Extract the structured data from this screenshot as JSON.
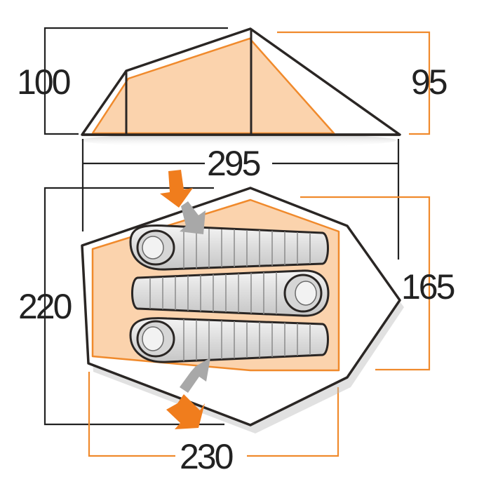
{
  "diagram": {
    "colors": {
      "outline": "#2a2624",
      "dimension_black": "#222222",
      "dimension_orange": "#f08a2c",
      "interior_fill": "#fbd3ad",
      "tent_fill": "#ffffff",
      "pole_orange": "#f08a2c",
      "arrow_orange": "#f07d1d",
      "arrow_grey": "#a8a8a8",
      "bag_fill": "#e3e3e3"
    },
    "dimensions": {
      "side_left_height": "100",
      "side_right_height": "95",
      "overall_length": "295",
      "floor_width": "220",
      "inner_width": "165",
      "inner_length": "230"
    },
    "icons": {
      "entrance_arrow": "entrance-arrow-icon",
      "sleeping_bag": "sleeping-bag-icon"
    }
  }
}
